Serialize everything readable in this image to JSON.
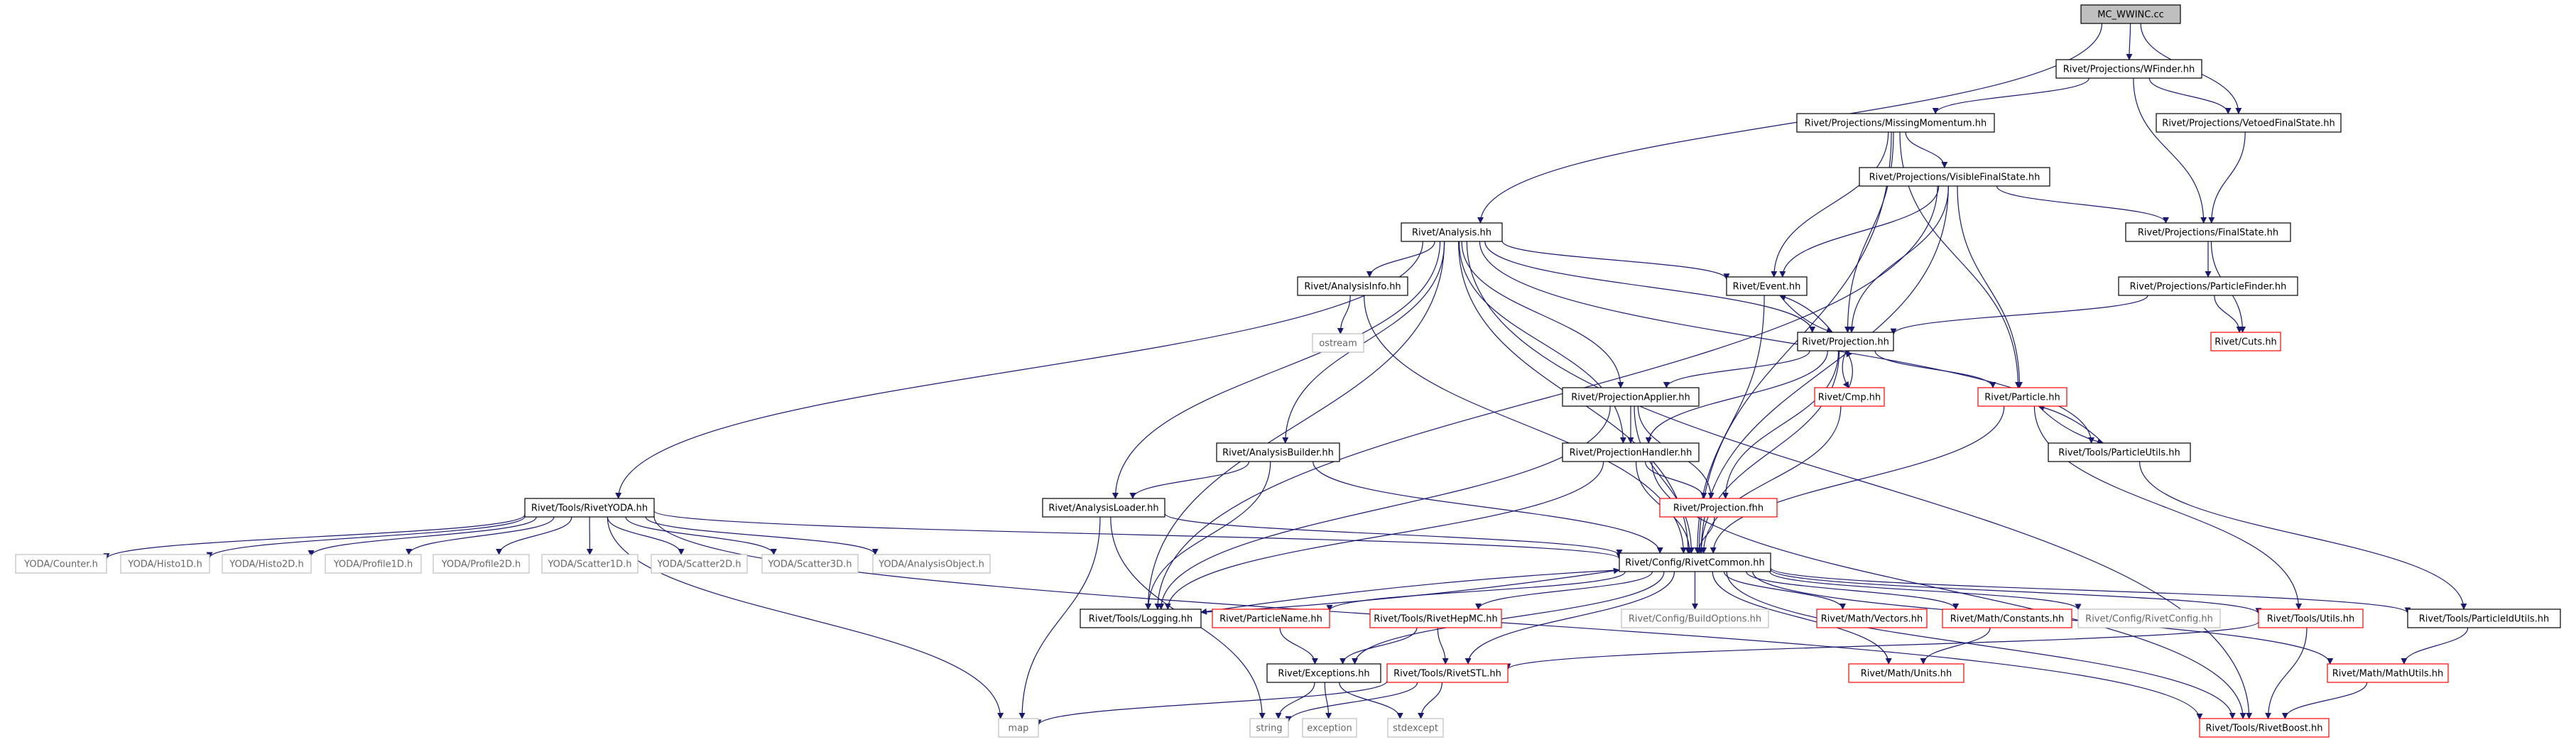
{
  "diagram": {
    "nodes": [
      {
        "id": "mc_wwinc",
        "label": "MC_WWINC.cc",
        "style": "root"
      },
      {
        "id": "wfinder",
        "label": "Rivet/Projections/WFinder.hh",
        "style": "black"
      },
      {
        "id": "missingmomentum",
        "label": "Rivet/Projections/MissingMomentum.hh",
        "style": "black"
      },
      {
        "id": "vetoedfinalstate",
        "label": "Rivet/Projections/VetoedFinalState.hh",
        "style": "black"
      },
      {
        "id": "visiblefinalstate",
        "label": "Rivet/Projections/VisibleFinalState.hh",
        "style": "black"
      },
      {
        "id": "analysis",
        "label": "Rivet/Analysis.hh",
        "style": "black"
      },
      {
        "id": "finalstate",
        "label": "Rivet/Projections/FinalState.hh",
        "style": "black"
      },
      {
        "id": "analysisinfo",
        "label": "Rivet/AnalysisInfo.hh",
        "style": "black"
      },
      {
        "id": "event",
        "label": "Rivet/Event.hh",
        "style": "black"
      },
      {
        "id": "particlefinder",
        "label": "Rivet/Projections/ParticleFinder.hh",
        "style": "black"
      },
      {
        "id": "projection",
        "label": "Rivet/Projection.hh",
        "style": "black"
      },
      {
        "id": "cuts",
        "label": "Rivet/Cuts.hh",
        "style": "red"
      },
      {
        "id": "ostream",
        "label": "ostream",
        "style": "gray"
      },
      {
        "id": "cmp",
        "label": "Rivet/Cmp.hh",
        "style": "red"
      },
      {
        "id": "projectionapplier",
        "label": "Rivet/ProjectionApplier.hh",
        "style": "black"
      },
      {
        "id": "particle",
        "label": "Rivet/Particle.hh",
        "style": "red"
      },
      {
        "id": "analysisbuilder",
        "label": "Rivet/AnalysisBuilder.hh",
        "style": "black"
      },
      {
        "id": "projectionhandler",
        "label": "Rivet/ProjectionHandler.hh",
        "style": "black"
      },
      {
        "id": "particleutils",
        "label": "Rivet/Tools/ParticleUtils.hh",
        "style": "black"
      },
      {
        "id": "rivetyoda",
        "label": "Rivet/Tools/RivetYODA.hh",
        "style": "black"
      },
      {
        "id": "analysisloader",
        "label": "Rivet/AnalysisLoader.hh",
        "style": "black"
      },
      {
        "id": "projectionfhh",
        "label": "Rivet/Projection.fhh",
        "style": "red"
      },
      {
        "id": "yoda_counter",
        "label": "YODA/Counter.h",
        "style": "gray"
      },
      {
        "id": "yoda_histo1d",
        "label": "YODA/Histo1D.h",
        "style": "gray"
      },
      {
        "id": "yoda_histo2d",
        "label": "YODA/Histo2D.h",
        "style": "gray"
      },
      {
        "id": "yoda_profile1d",
        "label": "YODA/Profile1D.h",
        "style": "gray"
      },
      {
        "id": "yoda_profile2d",
        "label": "YODA/Profile2D.h",
        "style": "gray"
      },
      {
        "id": "yoda_scatter1d",
        "label": "YODA/Scatter1D.h",
        "style": "gray"
      },
      {
        "id": "yoda_scatter2d",
        "label": "YODA/Scatter2D.h",
        "style": "gray"
      },
      {
        "id": "yoda_scatter3d",
        "label": "YODA/Scatter3D.h",
        "style": "gray"
      },
      {
        "id": "yoda_analysisobject",
        "label": "YODA/AnalysisObject.h",
        "style": "gray"
      },
      {
        "id": "rivetcommon",
        "label": "Rivet/Config/RivetCommon.hh",
        "style": "black"
      },
      {
        "id": "logging",
        "label": "Rivet/Tools/Logging.hh",
        "style": "black"
      },
      {
        "id": "particlename",
        "label": "Rivet/ParticleName.hh",
        "style": "red"
      },
      {
        "id": "rivethepmc",
        "label": "Rivet/Tools/RivetHepMC.hh",
        "style": "red"
      },
      {
        "id": "buildoptions",
        "label": "Rivet/Config/BuildOptions.hh",
        "style": "gray"
      },
      {
        "id": "vectors",
        "label": "Rivet/Math/Vectors.hh",
        "style": "red"
      },
      {
        "id": "constants",
        "label": "Rivet/Math/Constants.hh",
        "style": "red"
      },
      {
        "id": "rivetconfig",
        "label": "Rivet/Config/RivetConfig.hh",
        "style": "gray"
      },
      {
        "id": "toolsutils",
        "label": "Rivet/Tools/Utils.hh",
        "style": "red"
      },
      {
        "id": "particleidutils",
        "label": "Rivet/Tools/ParticleIdUtils.hh",
        "style": "black"
      },
      {
        "id": "exceptions",
        "label": "Rivet/Exceptions.hh",
        "style": "black"
      },
      {
        "id": "rivetstl",
        "label": "Rivet/Tools/RivetSTL.hh",
        "style": "red"
      },
      {
        "id": "units",
        "label": "Rivet/Math/Units.hh",
        "style": "red"
      },
      {
        "id": "mathutils",
        "label": "Rivet/Math/MathUtils.hh",
        "style": "red"
      },
      {
        "id": "map",
        "label": "map",
        "style": "gray"
      },
      {
        "id": "string",
        "label": "string",
        "style": "gray"
      },
      {
        "id": "exception",
        "label": "exception",
        "style": "gray"
      },
      {
        "id": "stdexcept",
        "label": "stdexcept",
        "style": "gray"
      },
      {
        "id": "rivetboost",
        "label": "Rivet/Tools/RivetBoost.hh",
        "style": "red"
      }
    ],
    "edges": [
      [
        "mc_wwinc",
        "wfinder"
      ],
      [
        "mc_wwinc",
        "vetoedfinalstate"
      ],
      [
        "mc_wwinc",
        "analysis"
      ],
      [
        "wfinder",
        "missingmomentum"
      ],
      [
        "wfinder",
        "vetoedfinalstate"
      ],
      [
        "wfinder",
        "finalstate"
      ],
      [
        "vetoedfinalstate",
        "finalstate"
      ],
      [
        "missingmomentum",
        "visiblefinalstate"
      ],
      [
        "missingmomentum",
        "event"
      ],
      [
        "missingmomentum",
        "projection"
      ],
      [
        "missingmomentum",
        "particle"
      ],
      [
        "missingmomentum",
        "rivetcommon"
      ],
      [
        "visiblefinalstate",
        "finalstate"
      ],
      [
        "visiblefinalstate",
        "event"
      ],
      [
        "visiblefinalstate",
        "projection"
      ],
      [
        "visiblefinalstate",
        "particle"
      ],
      [
        "visiblefinalstate",
        "rivetcommon"
      ],
      [
        "visiblefinalstate",
        "logging"
      ],
      [
        "finalstate",
        "particlefinder"
      ],
      [
        "finalstate",
        "cuts"
      ],
      [
        "particlefinder",
        "projection"
      ],
      [
        "particlefinder",
        "cuts"
      ],
      [
        "analysis",
        "analysisinfo"
      ],
      [
        "analysis",
        "event"
      ],
      [
        "analysis",
        "projection"
      ],
      [
        "analysis",
        "rivetyoda"
      ],
      [
        "analysis",
        "analysisloader"
      ],
      [
        "analysis",
        "analysisbuilder"
      ],
      [
        "analysis",
        "projectionapplier"
      ],
      [
        "analysis",
        "projectionhandler"
      ],
      [
        "analysis",
        "logging"
      ],
      [
        "analysis",
        "rivetcommon"
      ],
      [
        "analysis",
        "particleutils"
      ],
      [
        "analysis",
        "rivetboost"
      ],
      [
        "analysisinfo",
        "ostream"
      ],
      [
        "analysisinfo",
        "rivetcommon"
      ],
      [
        "event",
        "projection"
      ],
      [
        "event",
        "rivetcommon"
      ],
      [
        "projection",
        "event"
      ],
      [
        "projection",
        "cmp"
      ],
      [
        "projection",
        "projectionapplier"
      ],
      [
        "projection",
        "projectionhandler"
      ],
      [
        "projection",
        "particle"
      ],
      [
        "projection",
        "projectionfhh"
      ],
      [
        "projection",
        "rivetcommon"
      ],
      [
        "cmp",
        "projection"
      ],
      [
        "cmp",
        "rivetcommon"
      ],
      [
        "projectionapplier",
        "projectionhandler"
      ],
      [
        "projectionapplier",
        "projectionfhh"
      ],
      [
        "projectionapplier",
        "logging"
      ],
      [
        "projectionapplier",
        "rivetcommon"
      ],
      [
        "projectionhandler",
        "projectionfhh"
      ],
      [
        "projectionhandler",
        "logging"
      ],
      [
        "projectionhandler",
        "rivetcommon"
      ],
      [
        "projectionhandler",
        "rivetboost"
      ],
      [
        "projectionfhh",
        "rivetcommon"
      ],
      [
        "particle",
        "particleutils"
      ],
      [
        "particle",
        "rivetcommon"
      ],
      [
        "particle",
        "toolsutils"
      ],
      [
        "particleutils",
        "particle"
      ],
      [
        "particleutils",
        "particleidutils"
      ],
      [
        "analysisbuilder",
        "analysisloader"
      ],
      [
        "analysisbuilder",
        "logging"
      ],
      [
        "analysisbuilder",
        "rivetcommon"
      ],
      [
        "analysisloader",
        "rivetcommon"
      ],
      [
        "analysisloader",
        "map"
      ],
      [
        "analysisloader",
        "string"
      ],
      [
        "rivetyoda",
        "yoda_counter"
      ],
      [
        "rivetyoda",
        "yoda_histo1d"
      ],
      [
        "rivetyoda",
        "yoda_histo2d"
      ],
      [
        "rivetyoda",
        "yoda_profile1d"
      ],
      [
        "rivetyoda",
        "yoda_profile2d"
      ],
      [
        "rivetyoda",
        "yoda_scatter1d"
      ],
      [
        "rivetyoda",
        "yoda_scatter2d"
      ],
      [
        "rivetyoda",
        "yoda_scatter3d"
      ],
      [
        "rivetyoda",
        "yoda_analysisobject"
      ],
      [
        "rivetyoda",
        "rivetcommon"
      ],
      [
        "rivetyoda",
        "map"
      ],
      [
        "rivetyoda",
        "rivetboost"
      ],
      [
        "rivetcommon",
        "logging"
      ],
      [
        "rivetcommon",
        "particlename"
      ],
      [
        "rivetcommon",
        "rivethepmc"
      ],
      [
        "rivetcommon",
        "buildoptions"
      ],
      [
        "rivetcommon",
        "vectors"
      ],
      [
        "rivetcommon",
        "constants"
      ],
      [
        "rivetcommon",
        "rivetconfig"
      ],
      [
        "rivetcommon",
        "toolsutils"
      ],
      [
        "rivetcommon",
        "particleidutils"
      ],
      [
        "rivetcommon",
        "exceptions"
      ],
      [
        "rivetcommon",
        "rivetstl"
      ],
      [
        "rivetcommon",
        "units"
      ],
      [
        "rivetcommon",
        "mathutils"
      ],
      [
        "rivetcommon",
        "rivetboost"
      ],
      [
        "logging",
        "rivetcommon"
      ],
      [
        "particlename",
        "exceptions"
      ],
      [
        "rivethepmc",
        "exceptions"
      ],
      [
        "rivethepmc",
        "rivetstl"
      ],
      [
        "constants",
        "units"
      ],
      [
        "toolsutils",
        "rivetstl"
      ],
      [
        "toolsutils",
        "rivetboost"
      ],
      [
        "particleidutils",
        "mathutils"
      ],
      [
        "exceptions",
        "string"
      ],
      [
        "exceptions",
        "exception"
      ],
      [
        "exceptions",
        "stdexcept"
      ],
      [
        "rivetstl",
        "map"
      ],
      [
        "rivetstl",
        "string"
      ],
      [
        "rivetstl",
        "stdexcept"
      ],
      [
        "mathutils",
        "rivetboost"
      ]
    ],
    "colors": {
      "edge": "#191970",
      "node_border_black": "#000000",
      "node_border_red": "#ff0000",
      "node_border_gray": "#bfbfbf",
      "root_fill": "#bfbfbf",
      "text_gray": "#666666"
    }
  }
}
